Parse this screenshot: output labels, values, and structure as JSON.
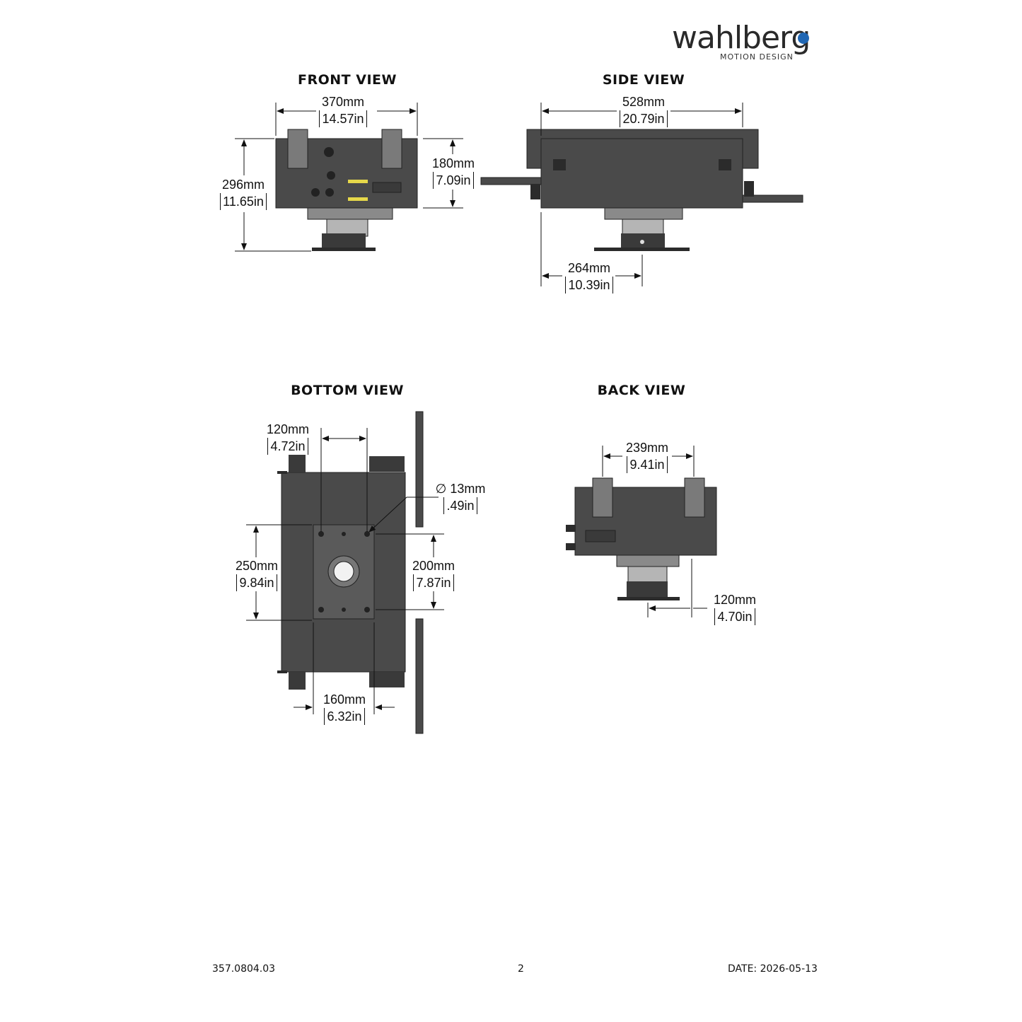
{
  "brand": {
    "name": "wahlberg",
    "tagline": "MOTION DESIGN",
    "accent": "#1f66b3"
  },
  "views": {
    "front": {
      "title": "FRONT VIEW",
      "dims": [
        {
          "mm": "370mm",
          "in": "14.57in"
        },
        {
          "mm": "296mm",
          "in": "11.65in"
        },
        {
          "mm": "180mm",
          "in": "7.09in"
        }
      ]
    },
    "side": {
      "title": "SIDE VIEW",
      "dims": [
        {
          "mm": "528mm",
          "in": "20.79in"
        },
        {
          "mm": "264mm",
          "in": "10.39in"
        }
      ]
    },
    "bottom": {
      "title": "BOTTOM VIEW",
      "dims": [
        {
          "mm": "120mm",
          "in": "4.72in"
        },
        {
          "mm": "13mm",
          "in": ".49in",
          "prefix": "∅"
        },
        {
          "mm": "250mm",
          "in": "9.84in"
        },
        {
          "mm": "200mm",
          "in": "7.87in"
        },
        {
          "mm": "160mm",
          "in": "6.32in"
        }
      ]
    },
    "back": {
      "title": "BACK VIEW",
      "dims": [
        {
          "mm": "239mm",
          "in": "9.41in"
        },
        {
          "mm": "120mm",
          "in": "4.70in"
        }
      ]
    }
  },
  "footer": {
    "doc_number": "357.0804.03",
    "page": "2",
    "date": "DATE: 2026-05-13"
  },
  "colors": {
    "body": "#4a4a4a",
    "dark": "#2b2b2b",
    "highlight": "#e6d84a"
  }
}
